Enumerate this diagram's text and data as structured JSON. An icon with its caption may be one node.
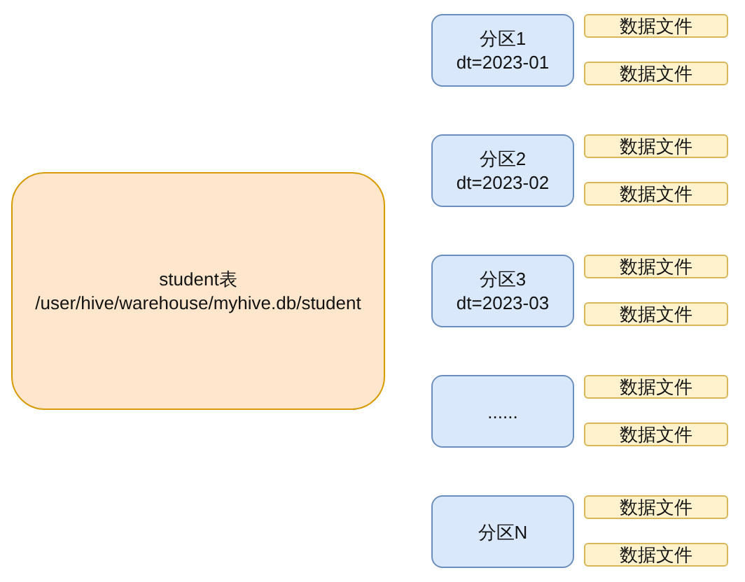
{
  "diagram": {
    "nodes": [
      {
        "text": [
          "student表",
          "/user/hive/warehouse/myhive.db/student"
        ]
      },
      {
        "text": [
          "分区1",
          "dt=2023-01"
        ]
      },
      {
        "text": [
          "数据文件"
        ]
      },
      {
        "text": [
          "数据文件"
        ]
      },
      {
        "text": [
          "分区2",
          "dt=2023-02"
        ]
      },
      {
        "text": [
          "数据文件"
        ]
      },
      {
        "text": [
          "数据文件"
        ]
      },
      {
        "text": [
          "分区3",
          "dt=2023-03"
        ]
      },
      {
        "text": [
          "数据文件"
        ]
      },
      {
        "text": [
          "数据文件"
        ]
      },
      {
        "text": [
          "......"
        ]
      },
      {
        "text": [
          "数据文件"
        ]
      },
      {
        "text": [
          "数据文件"
        ]
      },
      {
        "text": [
          "分区N"
        ]
      },
      {
        "text": [
          "数据文件"
        ]
      },
      {
        "text": [
          "数据文件"
        ]
      }
    ]
  }
}
